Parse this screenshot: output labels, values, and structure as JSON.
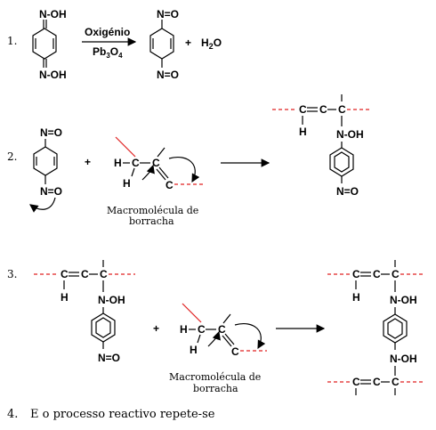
{
  "steps": {
    "s1": "1.",
    "s2": "2.",
    "s3": "3.",
    "s4": "4.",
    "s4_text": "E o processo reactivo repete-se"
  },
  "reaction1": {
    "reagent_top": "N-OH",
    "reagent_bottom": "N-OH",
    "arrow_top": "Oxigénio",
    "arrow_bottom_main": "Pb",
    "arrow_bottom_sub1": "3",
    "arrow_bottom_O": "O",
    "arrow_bottom_sub2": "4",
    "product_top": "N=O",
    "product_bottom": "N=O",
    "plus": "+",
    "water_H": "H",
    "water_sub": "2",
    "water_O": "O"
  },
  "reaction2": {
    "reagent_top": "N=O",
    "reagent_bottom": "N=O",
    "plus": "+",
    "rubber_H": "H",
    "rubber_C1": "C",
    "rubber_C2": "C",
    "rubber_C3": "C",
    "rubber_H2": "H",
    "caption_line1": "Macromolécula de",
    "caption_line2": "borracha",
    "product_chain": "C=C-C",
    "product_H": "H",
    "product_NOH": "N-OH",
    "product_bottom": "N=O"
  },
  "reaction3": {
    "reagent_chain": "C=C-C",
    "reagent_H": "H",
    "reagent_NOH": "N-OH",
    "reagent_bottom": "N=O",
    "plus": "+",
    "rubber_H": "H",
    "rubber_C1": "C",
    "rubber_C2": "C",
    "rubber_C3": "C",
    "rubber_H2": "H",
    "caption_line1": "Macromolécula de",
    "caption_line2": "borracha",
    "product_chain_top": "C=C-C",
    "product_H_top": "H",
    "product_NOH_top": "N-OH",
    "product_NOH_bottom": "N-OH",
    "product_chain_bottom": "C=C-C"
  },
  "colors": {
    "polymer_chain": "#e02020",
    "ink": "#000000"
  }
}
